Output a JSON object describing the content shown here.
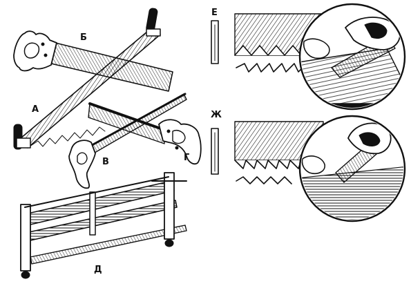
{
  "labels": {
    "a": "А",
    "b": "Б",
    "v": "В",
    "g": "Г",
    "d": "Д",
    "e": "Е",
    "zh": "Ж"
  },
  "colors": {
    "ink": "#111111",
    "paper": "#ffffff"
  }
}
